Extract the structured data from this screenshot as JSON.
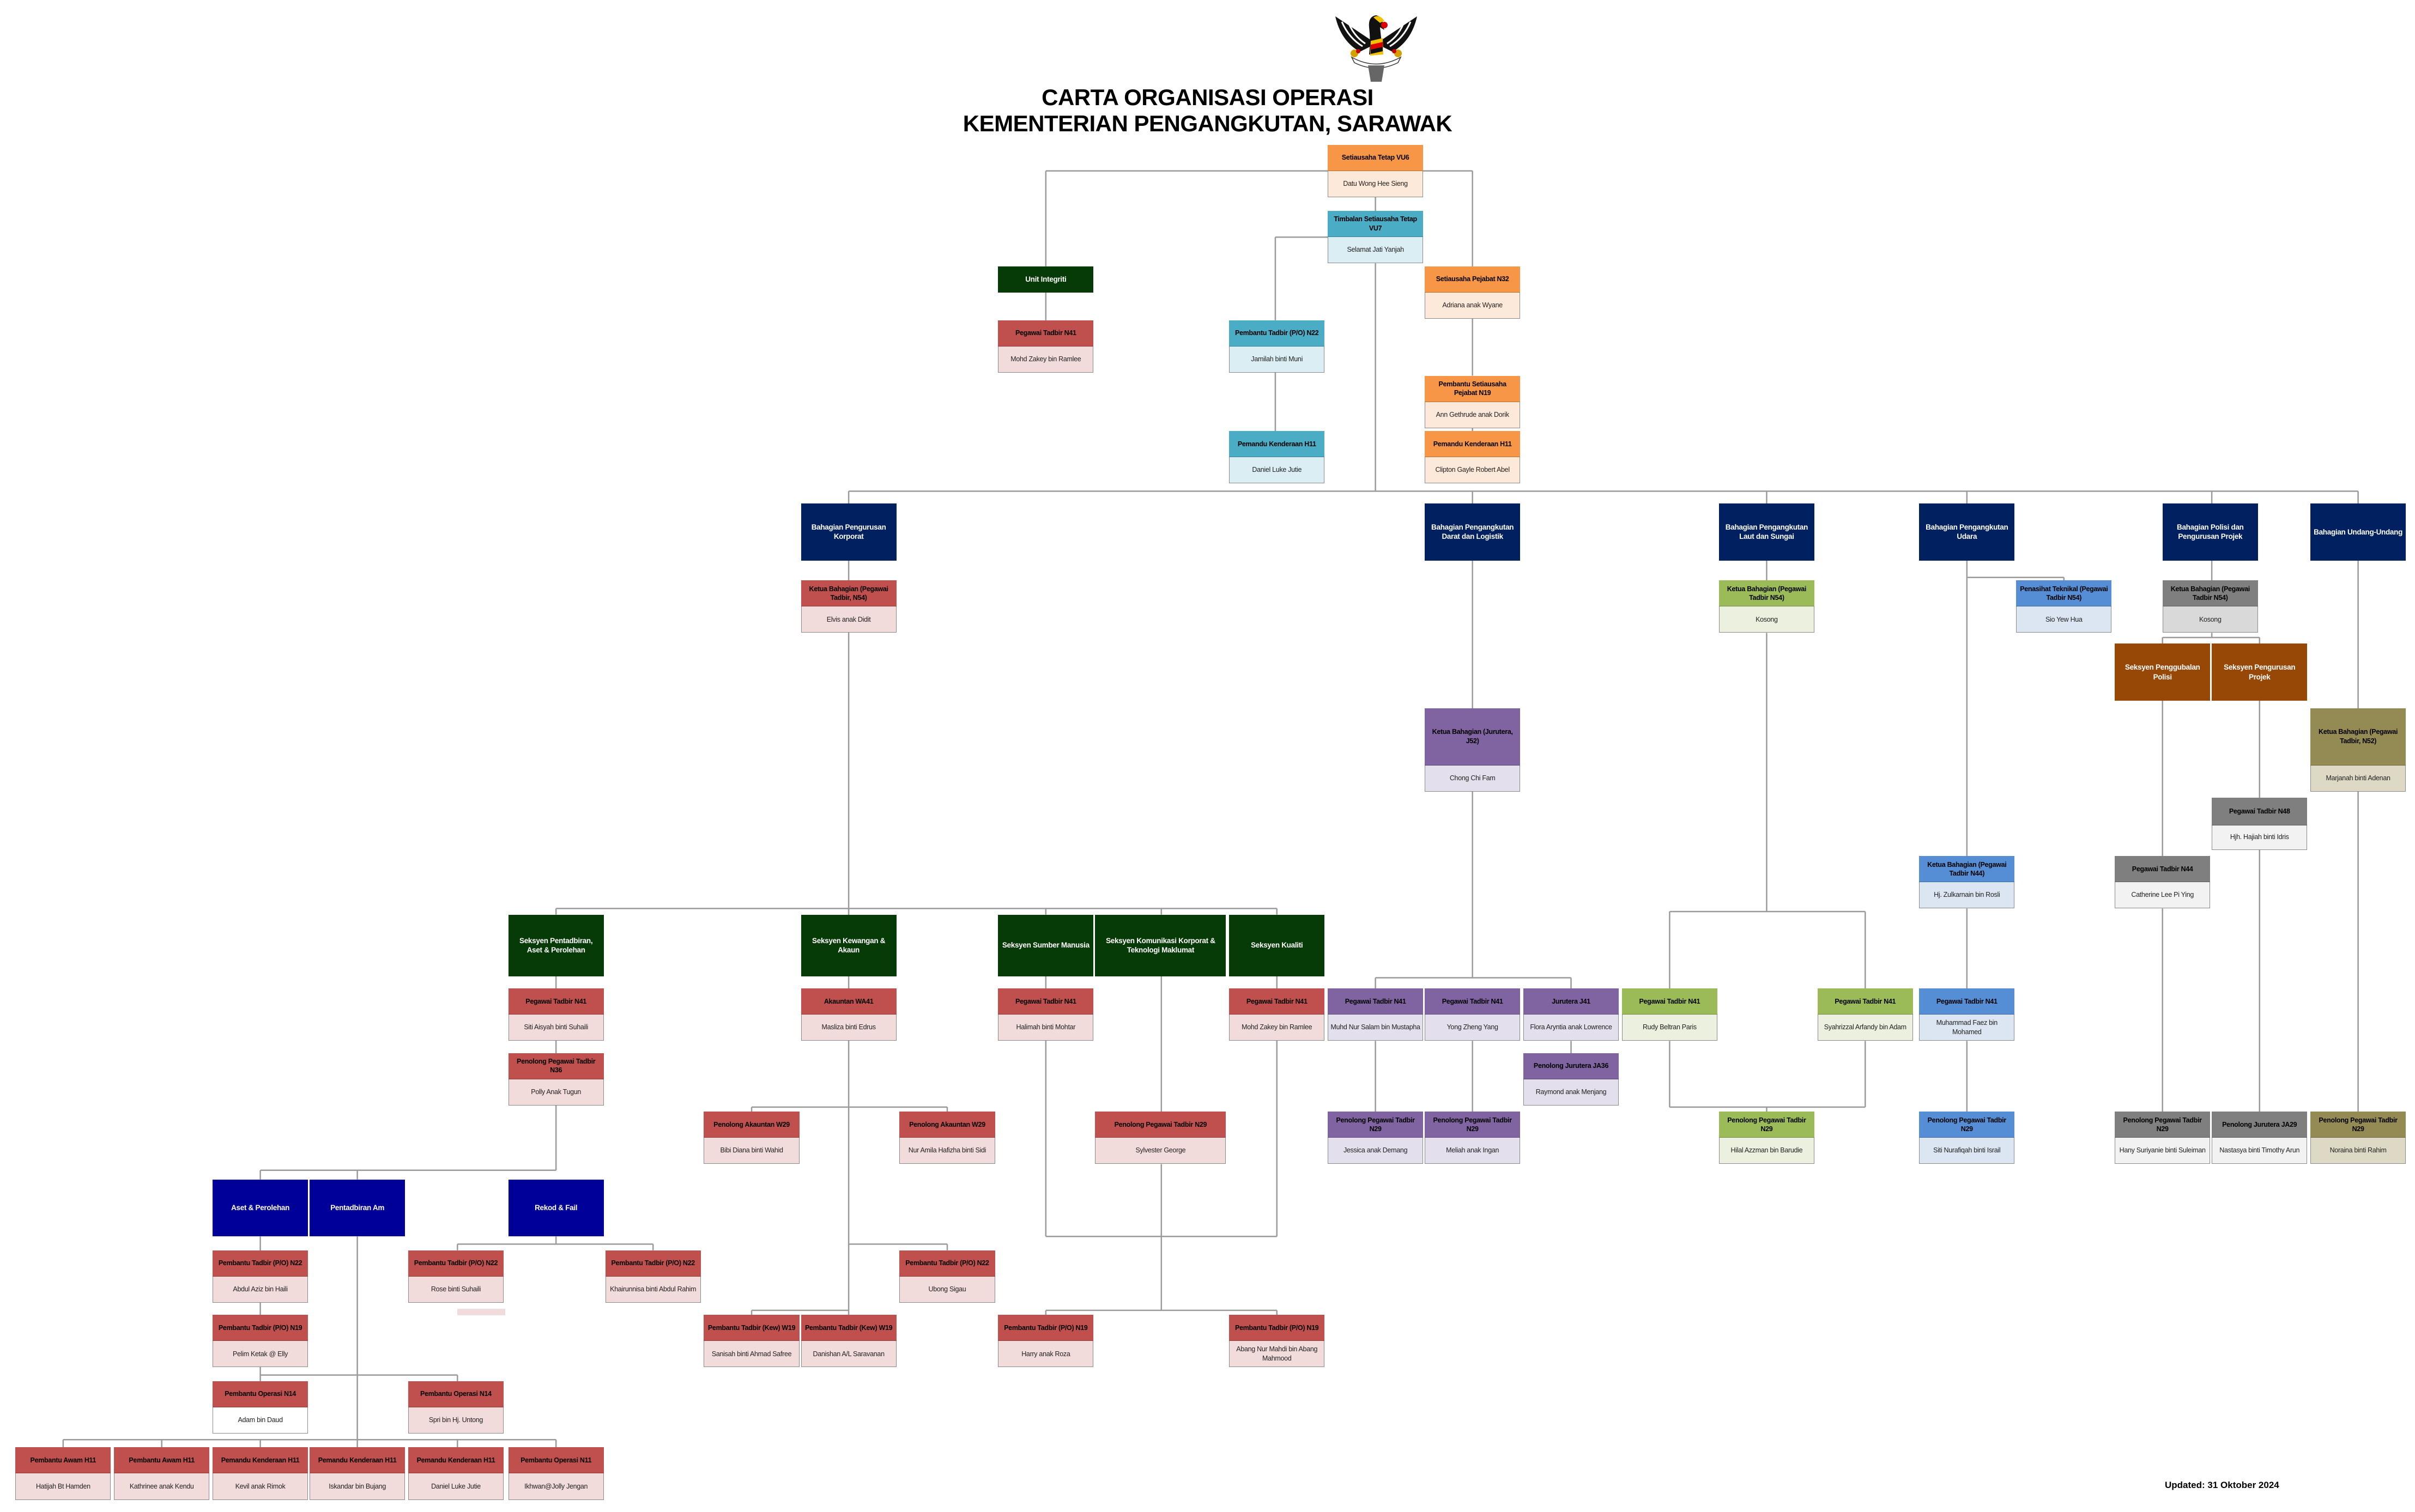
{
  "header": {
    "title_line1": "CARTA ORGANISASI OPERASI",
    "title_line2": "KEMENTERIAN PENGANGKUTAN, SARAWAK",
    "logo": "sarawak-coat-of-arms"
  },
  "footer": {
    "updated": "Updated: 31  Oktober 2024"
  },
  "themes": {
    "orange": {
      "head": "#f79646",
      "body": "#fde9d9",
      "text": "#000000"
    },
    "teal": {
      "head": "#4bacc6",
      "body": "#daeef3",
      "text": "#000000"
    },
    "dgreen": {
      "head": "#063a06",
      "body": "#ffffff",
      "text": "#ffffff"
    },
    "red": {
      "head": "#c0504d",
      "body": "#f2dcdb",
      "text": "#000000"
    },
    "redw": {
      "head": "#c0504d",
      "body": "#ffffff",
      "text": "#000000"
    },
    "navy": {
      "head": "#002060",
      "body": "#ffffff",
      "text": "#ffffff"
    },
    "purple": {
      "head": "#8064a2",
      "body": "#e4dfec",
      "text": "#000000"
    },
    "lgreen": {
      "head": "#9bbb59",
      "body": "#ebf1de",
      "text": "#000000"
    },
    "blue": {
      "head": "#558ed5",
      "body": "#dce6f2",
      "text": "#000000"
    },
    "grey": {
      "head": "#7f7f7f",
      "body": "#d9d9d9",
      "text": "#000000"
    },
    "grey2": {
      "head": "#7f7f7f",
      "body": "#f2f2f2",
      "text": "#000000"
    },
    "brown": {
      "head": "#974706",
      "body": "#ffffff",
      "text": "#ffffff"
    },
    "olive": {
      "head": "#948a54",
      "body": "#ddd9c4",
      "text": "#000000"
    },
    "royal": {
      "head": "#000099",
      "body": "#ffffff",
      "text": "#ffffff"
    }
  },
  "nodes": [
    {
      "title": "Setiausaha Tetap VU6",
      "name": "Datu Wong Hee Sieng",
      "theme": "orange"
    },
    {
      "title": "Timbalan Setiausaha Tetap VU7",
      "name": "Selamat Jati Yanjah",
      "theme": "teal"
    },
    {
      "title": "Unit Integriti",
      "theme": "dgreen"
    },
    {
      "title": "Pegawai Tadbir N41",
      "name": "Mohd Zakey bin Ramlee",
      "theme": "red"
    },
    {
      "title": "Setiausaha Pejabat N32",
      "name": "Adriana anak Wyane",
      "theme": "orange"
    },
    {
      "title": "Pembantu Tadbir (P/O) N22",
      "name": "Jamilah binti Muni",
      "theme": "teal"
    },
    {
      "title": "Pembantu Setiausaha Pejabat N19",
      "name": "Ann Gethrude anak Dorik",
      "theme": "orange"
    },
    {
      "title": "Pemandu Kenderaan H11",
      "name": "Daniel Luke Jutie",
      "theme": "teal"
    },
    {
      "title": "Pemandu Kenderaan H11",
      "name": "Clipton Gayle Robert Abel",
      "theme": "orange"
    },
    {
      "title": "Bahagian Pengurusan Korporat",
      "theme": "navy"
    },
    {
      "title": "Bahagian Pengangkutan Darat dan Logistik",
      "theme": "navy"
    },
    {
      "title": "Bahagian Pengangkutan Laut dan Sungai",
      "theme": "navy"
    },
    {
      "title": "Bahagian Pengangkutan Udara",
      "theme": "navy"
    },
    {
      "title": "Bahagian Polisi dan Pengurusan Projek",
      "theme": "navy"
    },
    {
      "title": "Bahagian Undang-Undang",
      "theme": "navy"
    },
    {
      "title": "Ketua Bahagian (Pegawai Tadbir, N54)",
      "name": "Elvis anak Didit",
      "theme": "red"
    },
    {
      "title": "Ketua Bahagian (Pegawai Tadbir N54)",
      "name": "Kosong",
      "theme": "lgreen"
    },
    {
      "title": "Penasihat Teknikal (Pegawai Tadbir N54)",
      "name": "Sio Yew Hua",
      "theme": "blue"
    },
    {
      "title": "Ketua Bahagian (Pegawai Tadbir N54)",
      "name": "Kosong",
      "theme": "grey"
    },
    {
      "title": "Seksyen Penggubalan Polisi",
      "theme": "brown"
    },
    {
      "title": "Seksyen Pengurusan Projek",
      "theme": "brown"
    },
    {
      "title": "Ketua Bahagian (Jurutera, J52)",
      "name": "Chong Chi Fam",
      "theme": "purple"
    },
    {
      "title": "Ketua Bahagian (Pegawai Tadbir, N52)",
      "name": "Marjanah binti Adenan",
      "theme": "olive"
    },
    {
      "title": "Pegawai Tadbir N48",
      "name": "Hjh. Hajiah binti Idris",
      "theme": "grey2"
    },
    {
      "title": "Ketua Bahagian (Pegawai Tadbir N44)",
      "name": "Hj. Zulkarnain bin Rosli",
      "theme": "blue"
    },
    {
      "title": "Pegawai Tadbir N44",
      "name": "Catherine Lee Pi Ying",
      "theme": "grey2"
    },
    {
      "title": "Seksyen Pentadbiran, Aset & Perolehan",
      "theme": "dgreen"
    },
    {
      "title": "Seksyen Kewangan & Akaun",
      "theme": "dgreen"
    },
    {
      "title": "Seksyen Sumber Manusia",
      "theme": "dgreen"
    },
    {
      "title": "Seksyen Komunikasi Korporat & Teknologi Maklumat",
      "theme": "dgreen"
    },
    {
      "title": "Seksyen Kualiti",
      "theme": "dgreen"
    },
    {
      "title": "Pegawai Tadbir N41",
      "name": "Siti Aisyah binti Suhaili",
      "theme": "red"
    },
    {
      "title": "Akauntan WA41",
      "name": "Masliza binti Edrus",
      "theme": "red"
    },
    {
      "title": "Pegawai Tadbir N41",
      "name": "Halimah binti Mohtar",
      "theme": "red"
    },
    {
      "title": "Pegawai Tadbir N41",
      "name": "Mohd Zakey bin Ramlee",
      "theme": "red"
    },
    {
      "title": "Pegawai Tadbir N41",
      "name": "Muhd Nur Salam bin Mustapha",
      "theme": "purple"
    },
    {
      "title": "Pegawai Tadbir N41",
      "name": "Yong Zheng Yang",
      "theme": "purple"
    },
    {
      "title": "Jurutera J41",
      "name": "Flora Aryntia anak Lowrence",
      "theme": "purple"
    },
    {
      "title": "Pegawai Tadbir N41",
      "name": "Rudy Beltran Paris",
      "theme": "lgreen"
    },
    {
      "title": "Pegawai Tadbir N41",
      "name": "Syahrizzal Arfandy bin Adam",
      "theme": "lgreen"
    },
    {
      "title": "Pegawai Tadbir N41",
      "name": "Muhammad Faez bin Mohamed",
      "theme": "blue"
    },
    {
      "title": "Penolong Pegawai Tadbir N36",
      "name": "Polly Anak Tugun",
      "theme": "red"
    },
    {
      "title": "Penolong Jurutera JA36",
      "name": "Raymond anak Menjang",
      "theme": "purple"
    },
    {
      "title": "Penolong Akauntan W29",
      "name": "Bibi Diana binti Wahid",
      "theme": "red"
    },
    {
      "title": "Penolong Akauntan W29",
      "name": "Nur Amila Hafizha binti Sidi",
      "theme": "red"
    },
    {
      "title": "Penolong Pegawai Tadbir N29",
      "name": "Sylvester George",
      "theme": "red"
    },
    {
      "title": "Penolong Pegawai Tadbir N29",
      "name": "Jessica anak Demang",
      "theme": "purple"
    },
    {
      "title": "Penolong Pegawai Tadbir N29",
      "name": "Meliah anak Ingan",
      "theme": "purple"
    },
    {
      "title": "Penolong Pegawai Tadbir N29",
      "name": "Hilal Azzman bin Barudie",
      "theme": "lgreen"
    },
    {
      "title": "Penolong Pegawai Tadbir N29",
      "name": "Siti Nurafiqah binti Israil",
      "theme": "blue"
    },
    {
      "title": "Penolong Pegawai Tadbir N29",
      "name": "Hany Suriyanie binti Suleiman",
      "theme": "grey2"
    },
    {
      "title": "Penolong Jurutera JA29",
      "name": "Nastasya binti Timothy Arun",
      "theme": "grey2"
    },
    {
      "title": "Penolong Pegawai Tadbir N29",
      "name": "Noraina binti Rahim",
      "theme": "olive"
    },
    {
      "title": "Aset & Perolehan",
      "theme": "royal"
    },
    {
      "title": "Pentadbiran Am",
      "theme": "royal"
    },
    {
      "title": "Rekod & Fail",
      "theme": "royal"
    },
    {
      "title": "Pembantu Tadbir (P/O) N22",
      "name": "Abdul Aziz bin Haili",
      "theme": "red"
    },
    {
      "title": "Pembantu Tadbir (P/O) N22",
      "name": "Rose binti Suhaili",
      "theme": "red"
    },
    {
      "title": "Pembantu Tadbir (P/O) N22",
      "name": "Khairunnisa binti Abdul Rahim",
      "theme": "red"
    },
    {
      "title": "Pembantu Tadbir (P/O) N22",
      "name": "Ubong Sigau",
      "theme": "red"
    },
    {
      "title": "Pembantu Tadbir (P/O) N19",
      "name": "Pelim Ketak @ Elly",
      "theme": "red"
    },
    {
      "title": "Pembantu Tadbir (Kew) W19",
      "name": "Sanisah binti Ahmad Safree",
      "theme": "red"
    },
    {
      "title": "Pembantu Tadbir (Kew) W19",
      "name": "Danishan A/L Saravanan",
      "theme": "red"
    },
    {
      "title": "Pembantu Tadbir (P/O) N19",
      "name": "Harry anak Roza",
      "theme": "red"
    },
    {
      "title": "Pembantu Tadbir (P/O) N19",
      "name": "Abang Nur Mahdi bin Abang Mahmood",
      "theme": "red"
    },
    {
      "title": "Pembantu Operasi N14",
      "name": "Adam bin Daud",
      "theme": "redw"
    },
    {
      "title": "Pembantu Operasi N14",
      "name": "Spri bin Hj. Untong",
      "theme": "red"
    },
    {
      "title": "Pembantu Awam H11",
      "name": "Hatijah Bt Hamden",
      "theme": "red"
    },
    {
      "title": "Pembantu Awam H11",
      "name": "Kathrinee anak Kendu",
      "theme": "red"
    },
    {
      "title": "Pemandu Kenderaan H11",
      "name": "Kevil anak Rimok",
      "theme": "red"
    },
    {
      "title": "Pemandu Kenderaan H11",
      "name": "Iskandar bin Bujang",
      "theme": "red"
    },
    {
      "title": "Pemandu Kenderaan H11",
      "name": "Daniel Luke Jutie",
      "theme": "red"
    },
    {
      "title": "Pembantu Operasi N11",
      "name": "Ikhwan@Jolly Jengan",
      "theme": "red"
    }
  ]
}
